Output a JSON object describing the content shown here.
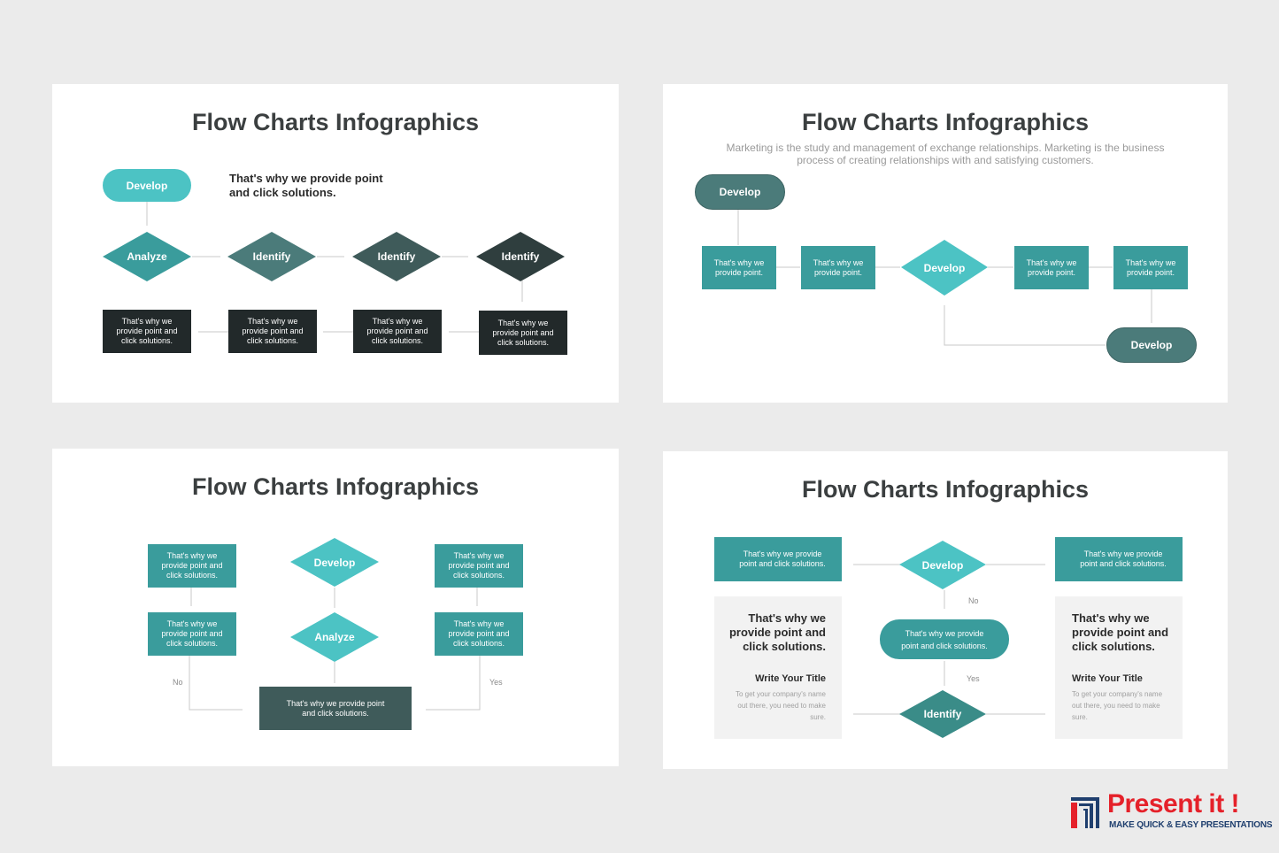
{
  "colors": {
    "teal_light": "#4cc3c4",
    "teal_mid": "#3a9c9c",
    "teal_slate": "#4b7b7a",
    "slate_dark": "#3f5b5a",
    "charcoal": "#2f3e3e",
    "black_box": "#22292a",
    "panel_gray": "#f2f2f2",
    "logo_red": "#e5212a",
    "logo_navy": "#1f3f6e"
  },
  "slide1": {
    "title": "Flow Charts Infographics",
    "develop": "Develop",
    "note": "That's why we provide point and click solutions.",
    "diamonds": [
      "Analyze",
      "Identify",
      "Identify",
      "Identify"
    ],
    "boxes": [
      "That's why we provide point and click solutions.",
      "That's why we provide point and click solutions.",
      "That's why we provide point and click solutions.",
      "That's why we provide point and click solutions."
    ]
  },
  "slide2": {
    "title": "Flow Charts Infographics",
    "subtitle": "Marketing is the study and management of exchange relationships. Marketing is the business process of creating relationships with and satisfying customers.",
    "develop_top": "Develop",
    "box1": "That's why we provide point.",
    "box2": "That's why we provide point.",
    "diamond": "Develop",
    "box3": "That's why we provide point.",
    "box4": "That's why we provide point.",
    "develop_bottom": "Develop"
  },
  "slide3": {
    "title": "Flow Charts Infographics",
    "left_top": "That's why we provide point and click solutions.",
    "left_bottom": "That's why we provide point and click solutions.",
    "right_top": "That's why we provide point and click solutions.",
    "right_bottom": "That's why we provide point and click solutions.",
    "diamond_top": "Develop",
    "diamond_bottom": "Analyze",
    "center_box": "That's why we provide point and click solutions.",
    "label_no": "No",
    "label_yes": "Yes"
  },
  "slide4": {
    "title": "Flow Charts Infographics",
    "top_left": "That's why we provide point and click solutions.",
    "top_right": "That's why we provide point and click solutions.",
    "diamond_top": "Develop",
    "label_no": "No",
    "pill": "That's why we provide point and click solutions.",
    "label_yes": "Yes",
    "diamond_bottom": "Identify",
    "left_panel": {
      "heading": "That's why we provide point and click solutions.",
      "subheading": "Write Your Title",
      "body": "To get your company's name out there, you need to make sure."
    },
    "right_panel": {
      "heading": "That's why we provide point and click solutions.",
      "subheading": "Write Your Title",
      "body": "To get your company's name out there, you need to make sure."
    }
  },
  "logo": {
    "name": "Present it !",
    "tagline": "MAKE QUICK & EASY PRESENTATIONS",
    "icon": "bar-logo-icon"
  }
}
